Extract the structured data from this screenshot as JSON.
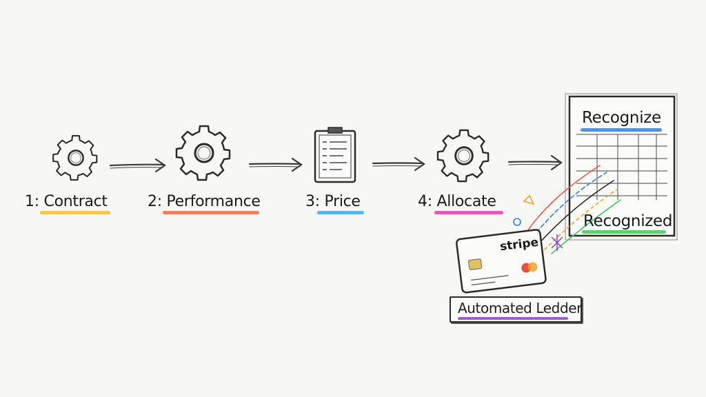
{
  "steps": [
    {
      "label": "1: Contract",
      "color": "#f2c230"
    },
    {
      "label": "2: Performance",
      "color": "#ef6a4c"
    },
    {
      "label": "3: Price",
      "color": "#3fa7e0"
    },
    {
      "label": "4: Allocate",
      "color": "#e040a8"
    }
  ],
  "ledger_document": {
    "top_label": "Recognize",
    "top_color": "#3a7bd5",
    "bottom_label": "Recognized",
    "bottom_color": "#4bbf5a"
  },
  "card": {
    "brand": "stripe"
  },
  "footer_label": "Automated Ledder",
  "footer_color": "#8a3fc7",
  "icons": [
    "gear-icon",
    "gear-icon",
    "clipboard-icon",
    "gear-icon",
    "document-icon",
    "credit-card-icon"
  ]
}
